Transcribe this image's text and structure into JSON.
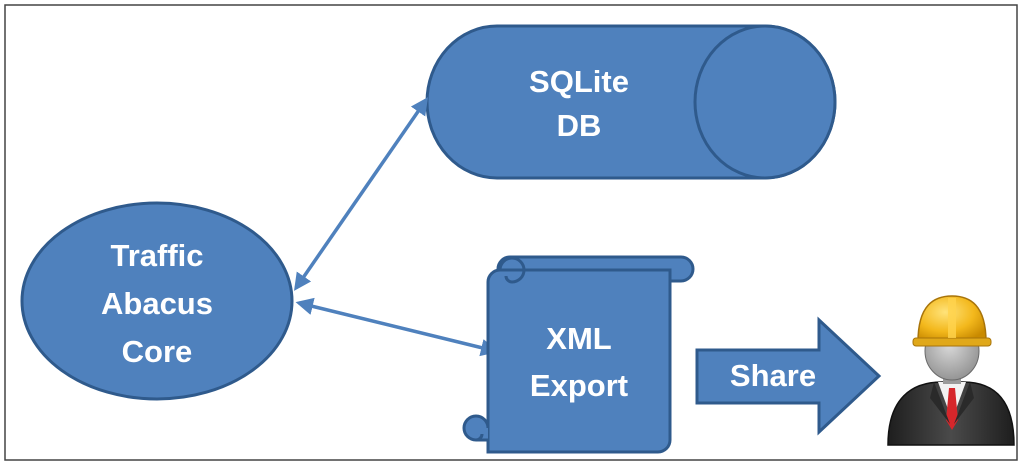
{
  "diagram": {
    "db": {
      "line1": "SQLite",
      "line2": "DB"
    },
    "core": {
      "line1": "Traffic",
      "line2": "Abacus",
      "line3": "Core"
    },
    "xml": {
      "line1": "XML",
      "line2": "Export"
    },
    "share": {
      "label": "Share"
    },
    "user": {
      "icon": "engineer-hardhat-icon"
    },
    "colors": {
      "shape_fill": "#4f81bd",
      "shape_stroke": "#2f5a8c",
      "connector": "#4f81bd",
      "text": "#ffffff",
      "frame": "#444444"
    }
  }
}
